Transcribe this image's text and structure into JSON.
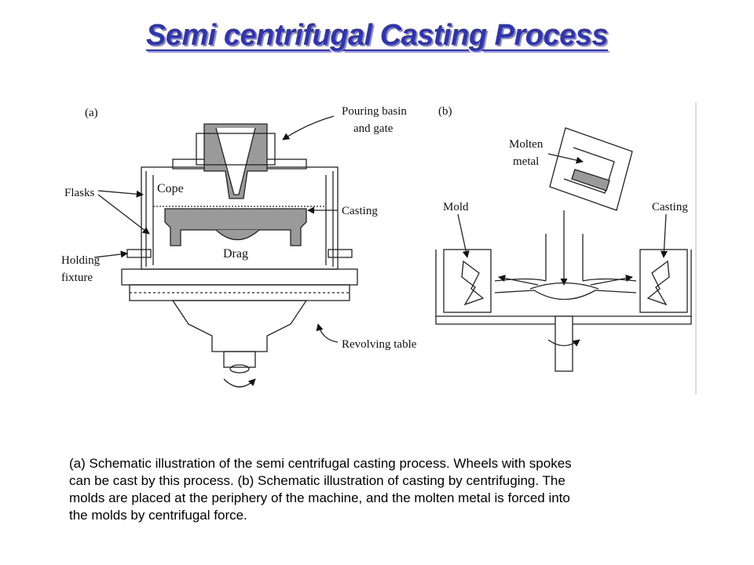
{
  "title": "Semi centrifugal Casting Process",
  "figure_a": {
    "panel_label": "(a)",
    "labels": {
      "pouring_basin_1": "Pouring basin",
      "pouring_basin_2": "and gate",
      "flasks": "Flasks",
      "cope": "Cope",
      "casting": "Casting",
      "drag": "Drag",
      "holding_1": "Holding",
      "holding_2": "fixture",
      "revolving_table": "Revolving table"
    }
  },
  "figure_b": {
    "panel_label": "(b)",
    "labels": {
      "molten_1": "Molten",
      "molten_2": "metal",
      "mold": "Mold",
      "casting": "Casting"
    }
  },
  "caption": " (a)  Schematic illustration of the semi centrifugal casting process. Wheels with spokes\ncan be cast by this process.  (b) Schematic illustration of casting by centrifuging. The\nmolds are placed at the periphery of the machine, and the molten metal is forced into\nthe molds by centrifugal force."
}
